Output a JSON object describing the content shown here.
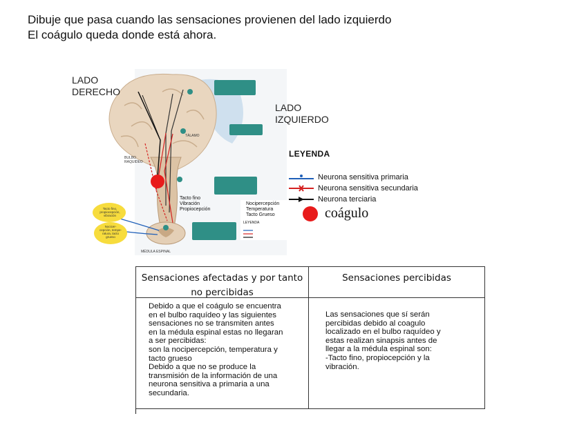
{
  "instructions": {
    "line1": "Dibuje que pasa cuando las sensaciones provienen del lado izquierdo",
    "line2": "El coágulo queda donde está ahora."
  },
  "figure": {
    "label_right": "LADO\nDERECHO",
    "label_left": "LADO\nIZQUIERDO",
    "small_labels": {
      "bulbo": "BULBO\nRAQUIDEO",
      "talamo": "TÁLAMO",
      "medula": "MÉDULA ESPINAL",
      "tacto_fino": "Tacto fino\nVibración\nPropiocepción",
      "nocipercepcion": "Nocipercepción\nTemperatura\nTacto Grueso",
      "leyenda_small": "LEYENDA",
      "yellow_top": "Tacto fino,\npropiocepción,\nvibración",
      "yellow_bottom": "Nocicer-\ncepción, tempe-\nratura, tacto\ngrueso"
    },
    "legend": {
      "title": "LEYENDA",
      "items": [
        {
          "label": "Neurona sensitiva primaria",
          "color": "#1f5fb8"
        },
        {
          "label": "Neurona sensitiva secundaria",
          "color": "#d42020"
        },
        {
          "label": "Neurona terciaria",
          "color": "#111111"
        }
      ],
      "clot_label": "coágulo",
      "clot_color": "#e81b1b"
    }
  },
  "table": {
    "headers": [
      "Sensaciones afectadas y por tanto\nno percibidas",
      "Sensaciones percibidas"
    ],
    "cells": [
      "Debido a que el coágulo se encuentra\nen el bulbo raquídeo y las siguientes\nsensaciones no se transmiten antes\nen la médula espinal estas no llegaran\na ser percibidas:\nson la nocipercepción, temperatura  y\ntacto grueso\nDebido a que no se produce la\ntransmisión de la información de una\nneurona sensitiva a primaria a una\nsecundaria.",
      "Las sensaciones que sí serán\npercibidas debido al coagulo\nlocalizado en el bulbo raquídeo y\nestas realizan sinapsis antes de\nllegar a la médula espinal son:\n-Tacto fino, propiocepción y la\nvibración."
    ]
  }
}
